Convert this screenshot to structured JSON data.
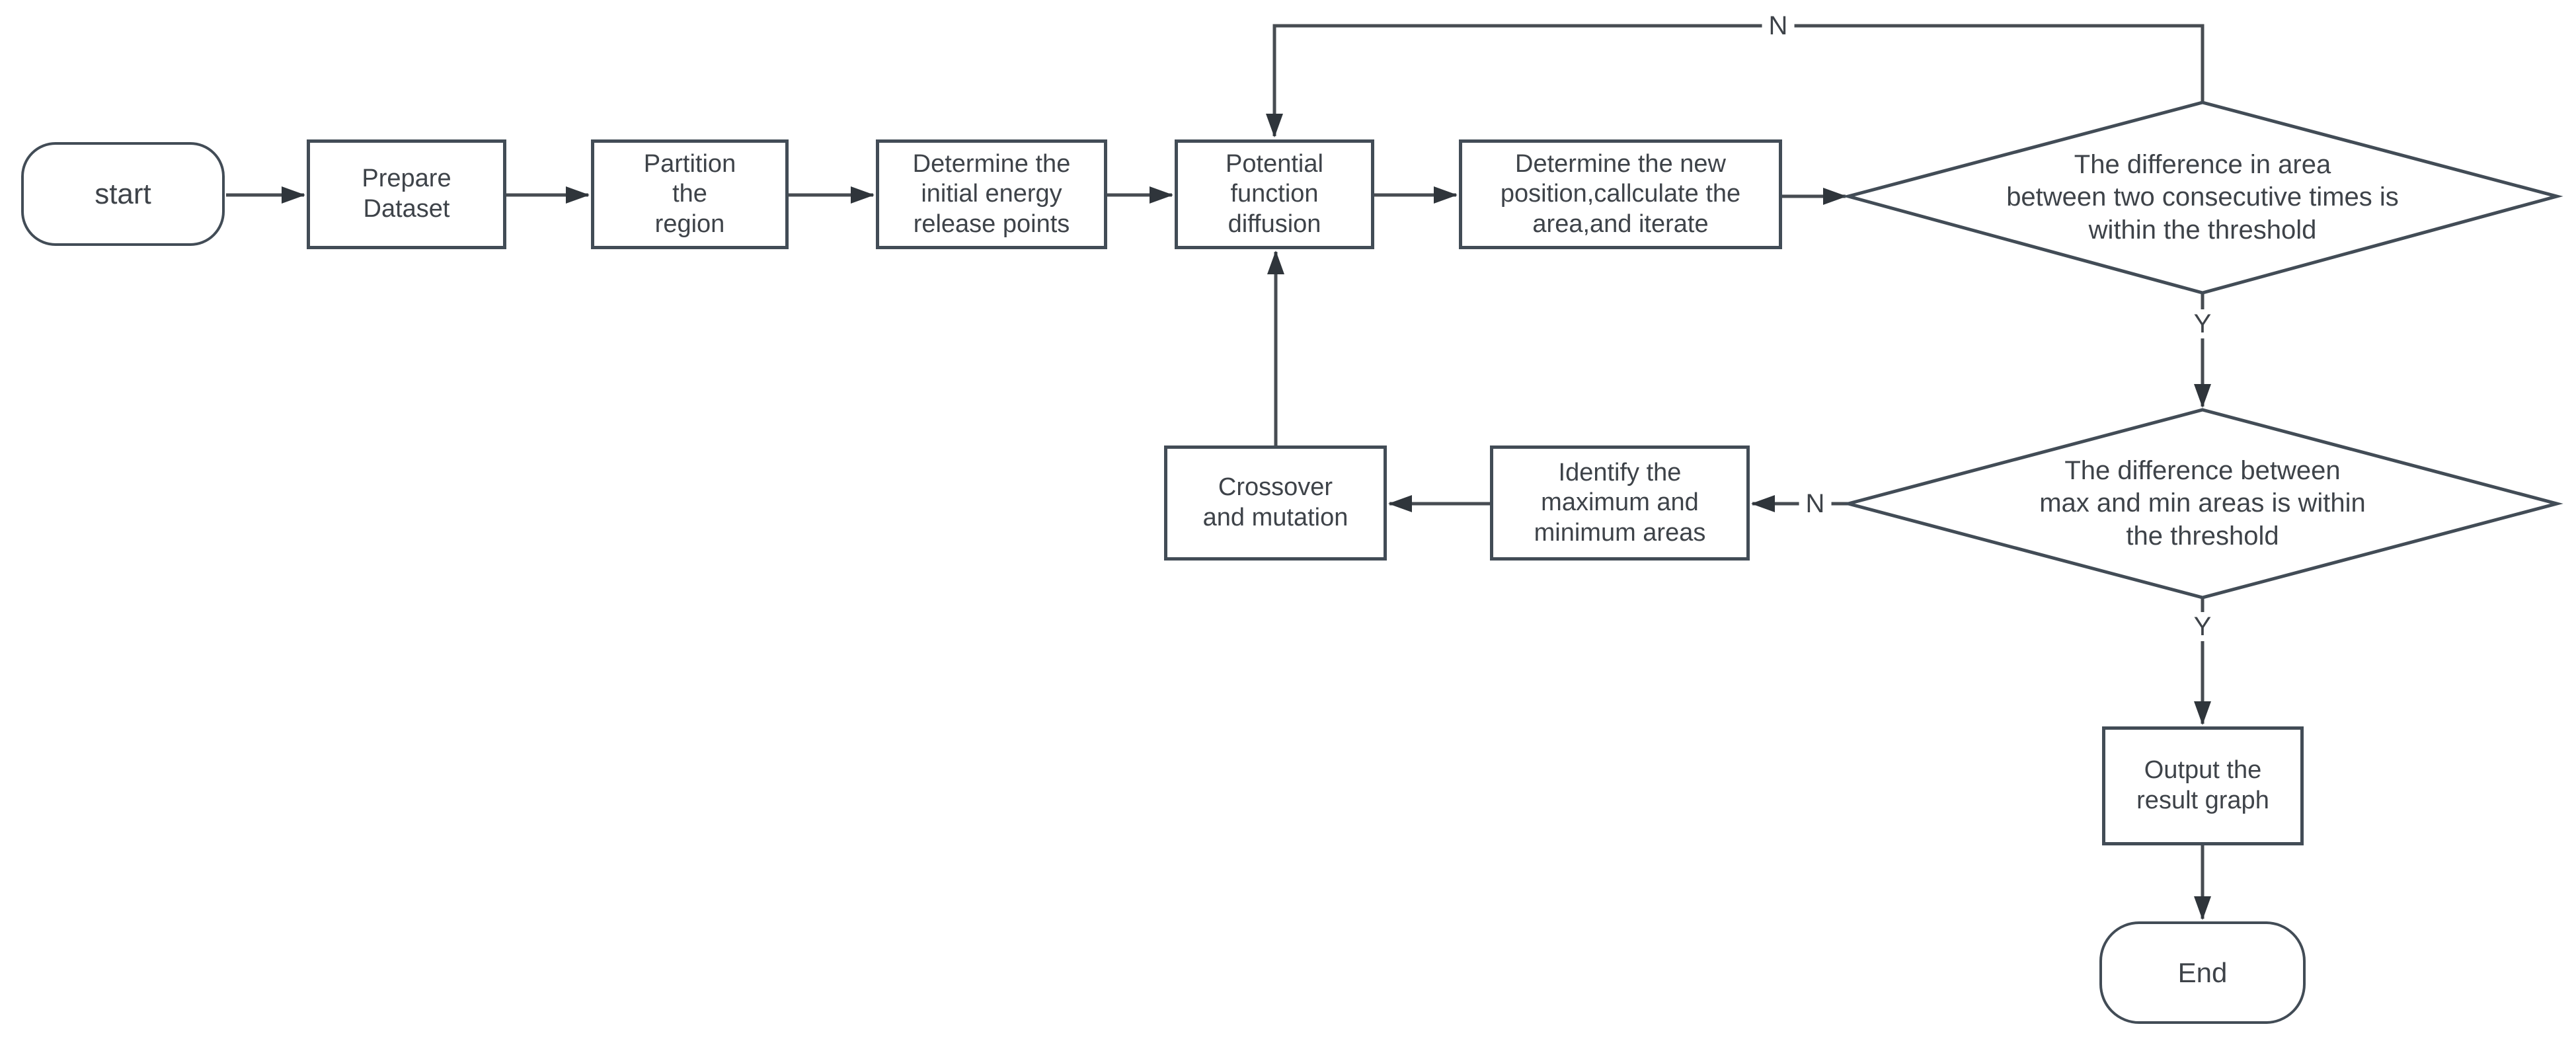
{
  "diagram": {
    "background": "#ffffff",
    "shape_border_color": "#424c56",
    "line_color": "#474c52",
    "arrow_color": "#2f353b",
    "text_color": "#3e4349",
    "nodes": {
      "start": {
        "type": "terminator",
        "label": "start"
      },
      "prepare": {
        "type": "process",
        "label": "Prepare\nDataset"
      },
      "partition": {
        "type": "process",
        "label": "Partition\nthe\nregion"
      },
      "init_energy": {
        "type": "process",
        "label": "Determine the\ninitial energy\nrelease points"
      },
      "potential": {
        "type": "process",
        "label": "Potential\nfunction\ndiffusion"
      },
      "new_position": {
        "type": "process",
        "label": "Determine the new\nposition,callculate the\narea,and iterate"
      },
      "decision_area": {
        "type": "decision",
        "label": "The difference in area\nbetween two consecutive times is\nwithin the threshold"
      },
      "decision_maxmin": {
        "type": "decision",
        "label": "The difference between\nmax and min areas is within\nthe threshold"
      },
      "identify": {
        "type": "process",
        "label": "Identify the\nmaximum and\nminimum areas"
      },
      "crossover": {
        "type": "process",
        "label": "Crossover\nand mutation"
      },
      "output": {
        "type": "process",
        "label": "Output the\nresult graph"
      },
      "end": {
        "type": "terminator",
        "label": "End"
      }
    },
    "edge_labels": {
      "loop_no": "N",
      "yes_first": "Y",
      "no_second": "N",
      "yes_second": "Y"
    }
  }
}
